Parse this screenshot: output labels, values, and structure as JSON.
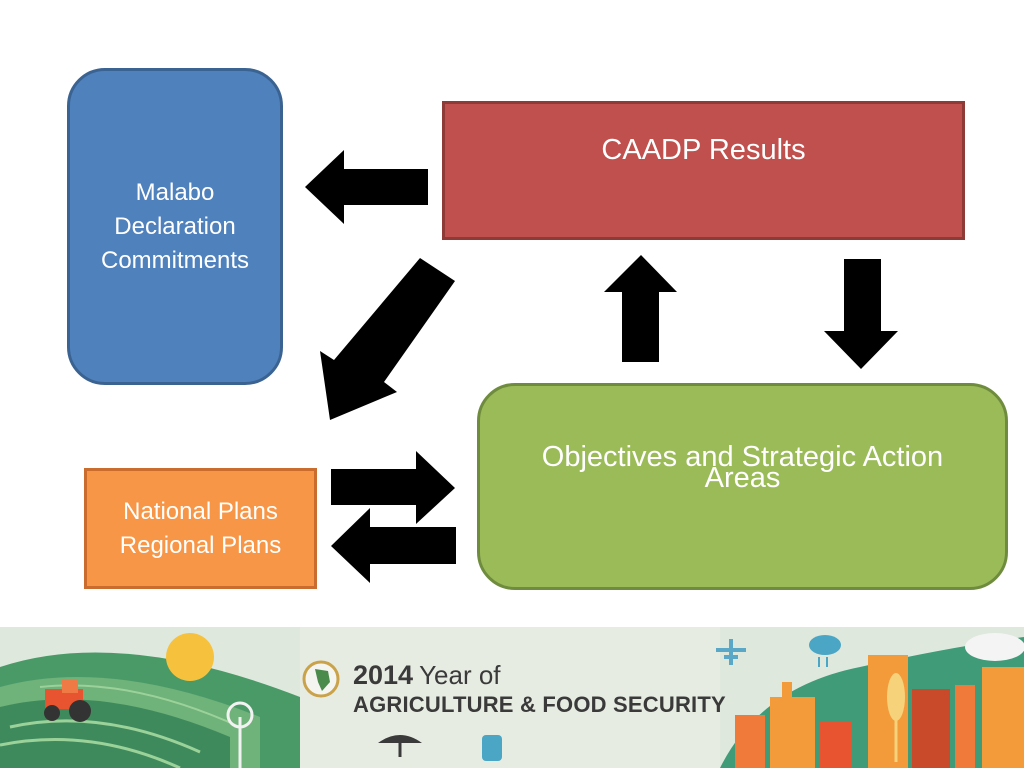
{
  "nodes": {
    "malabo": {
      "lines": [
        "Malabo",
        "Declaration",
        "Commitments"
      ],
      "color": "#4f81bd"
    },
    "caadp": {
      "lines": [
        "CAADP Results"
      ],
      "color": "#c0504d"
    },
    "objectives": {
      "lines": [
        "Objectives and Strategic Action",
        "Areas"
      ],
      "color": "#9bbb59"
    },
    "plans": {
      "lines": [
        "National Plans",
        "Regional Plans"
      ],
      "color": "#f79646"
    }
  },
  "arrow_color": "#000000",
  "banner": {
    "year": "2014",
    "year_suffix": "Year of",
    "subtitle": "AGRICULTURE & FOOD SECURITY",
    "icons": [
      "tractor-icon",
      "sun-icon",
      "windmill-icon",
      "tree-icon",
      "train-icon",
      "airplane-icon",
      "factory-icon",
      "wheat-icon",
      "cloud-icon"
    ]
  }
}
